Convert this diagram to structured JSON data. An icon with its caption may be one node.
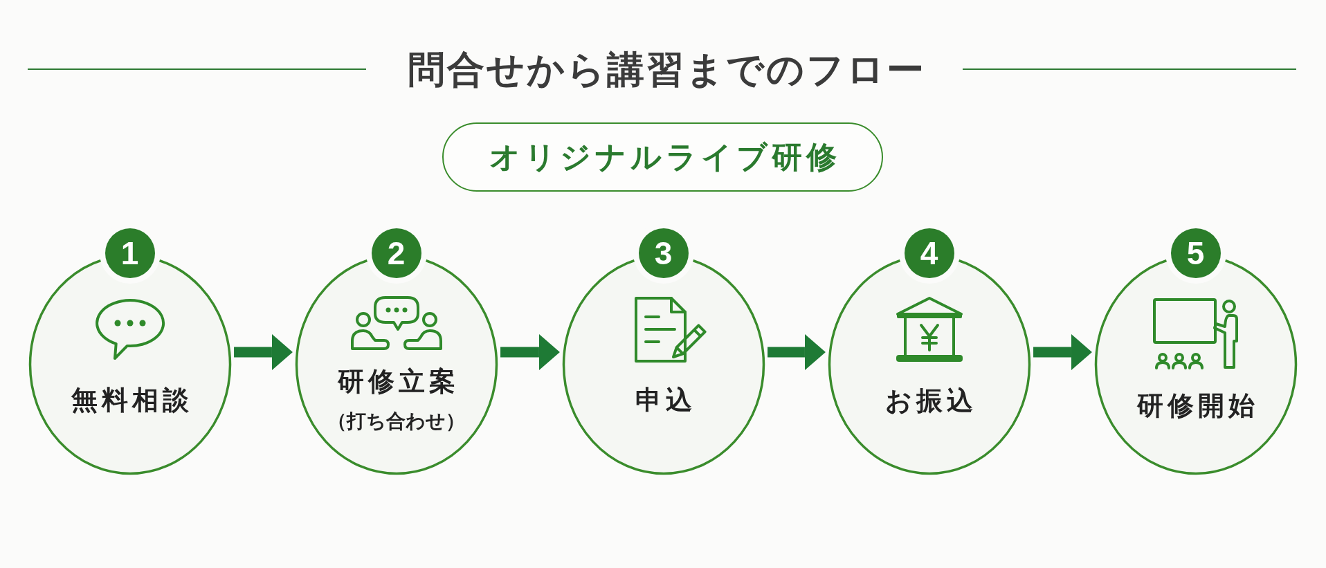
{
  "diagram": {
    "title": "問合せから講習までのフロー",
    "nodes": [
      {
        "text": [
          "オリジナルライブ研修"
        ]
      },
      {
        "text": [
          "1",
          "無料相談"
        ]
      },
      {
        "text": [
          "2",
          "研修立案",
          "（打ち合わせ）"
        ]
      },
      {
        "text": [
          "3",
          "申込"
        ]
      },
      {
        "text": [
          "4",
          "お振込"
        ]
      },
      {
        "text": [
          "5",
          "研修開始"
        ]
      }
    ],
    "edges": [
      {
        "from": 1,
        "to": 2,
        "arrow": "to"
      },
      {
        "from": 2,
        "to": 3,
        "arrow": "to"
      },
      {
        "from": 3,
        "to": 4,
        "arrow": "to"
      },
      {
        "from": 4,
        "to": 5,
        "arrow": "to"
      }
    ]
  }
}
